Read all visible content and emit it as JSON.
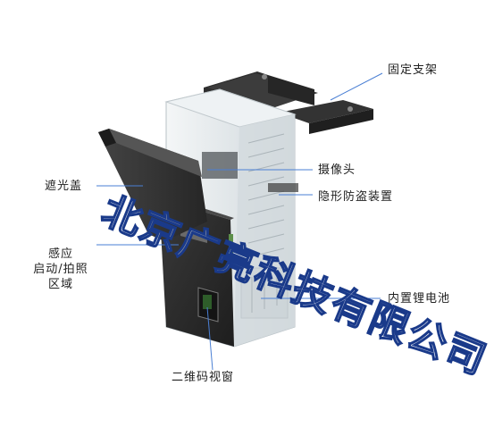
{
  "labels": {
    "mount_bracket": "固定支架",
    "light_cover": "遮光盖",
    "camera": "摄像头",
    "anti_theft": "隐形防盗装置",
    "sensing_line1": "感应",
    "sensing_line2": "启动/拍照",
    "sensing_line3": "区域",
    "battery": "内置锂电池",
    "qr_window": "二维码视窗"
  },
  "watermark": "北京广亮科技有限公司",
  "colors": {
    "leader_line": "#4a7fd4",
    "device_dark": "#2b2b2b",
    "housing": "#dfe6ea"
  }
}
